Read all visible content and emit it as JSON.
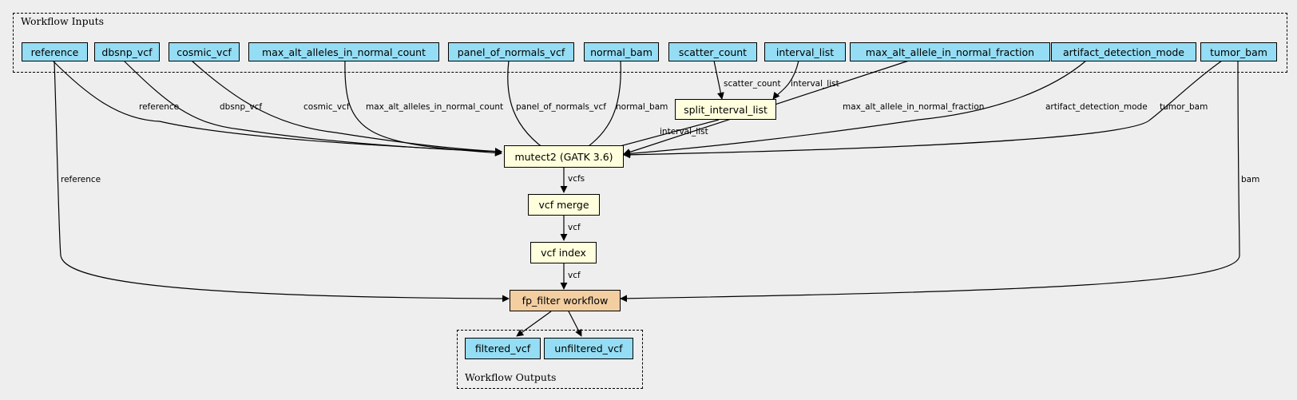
{
  "inputs_cluster": {
    "label": "Workflow Inputs"
  },
  "outputs_cluster": {
    "label": "Workflow Outputs"
  },
  "inputs": {
    "reference": "reference",
    "dbsnp_vcf": "dbsnp_vcf",
    "cosmic_vcf": "cosmic_vcf",
    "max_alt_alleles_in_normal_count": "max_alt_alleles_in_normal_count",
    "panel_of_normals_vcf": "panel_of_normals_vcf",
    "normal_bam": "normal_bam",
    "scatter_count": "scatter_count",
    "interval_list": "interval_list",
    "max_alt_allele_in_normal_fraction": "max_alt_allele_in_normal_fraction",
    "artifact_detection_mode": "artifact_detection_mode",
    "tumor_bam": "tumor_bam"
  },
  "steps": {
    "split_interval_list": "split_interval_list",
    "mutect2": "mutect2 (GATK 3.6)",
    "vcf_merge": "vcf merge",
    "vcf_index": "vcf index",
    "fp_filter": "fp_filter workflow"
  },
  "outputs": {
    "filtered_vcf": "filtered_vcf",
    "unfiltered_vcf": "unfiltered_vcf"
  },
  "edge_labels": {
    "reference_to_mutect2": "reference",
    "dbsnp_to_mutect2": "dbsnp_vcf",
    "cosmic_to_mutect2": "cosmic_vcf",
    "maxcount_to_mutect2": "max_alt_alleles_in_normal_count",
    "pon_to_mutect2": "panel_of_normals_vcf",
    "normal_to_mutect2": "normal_bam",
    "scatter_to_split": "scatter_count",
    "interval_to_split": "interval_list",
    "split_to_mutect2": "interval_list",
    "maxfrac_to_mutect2": "max_alt_allele_in_normal_fraction",
    "artifact_to_mutect2": "artifact_detection_mode",
    "tumor_to_mutect2": "tumor_bam",
    "reference_to_fpfilter": "reference",
    "tumor_to_fpfilter": "bam",
    "mutect2_to_merge": "vcfs",
    "merge_to_index": "vcf",
    "index_to_fpfilter": "vcf"
  },
  "colors": {
    "background": "#eeeeee",
    "io_node": "#94ddf4",
    "step_node": "#ffffdd",
    "subworkflow_node": "#f3cea1",
    "edge": "#000000"
  }
}
